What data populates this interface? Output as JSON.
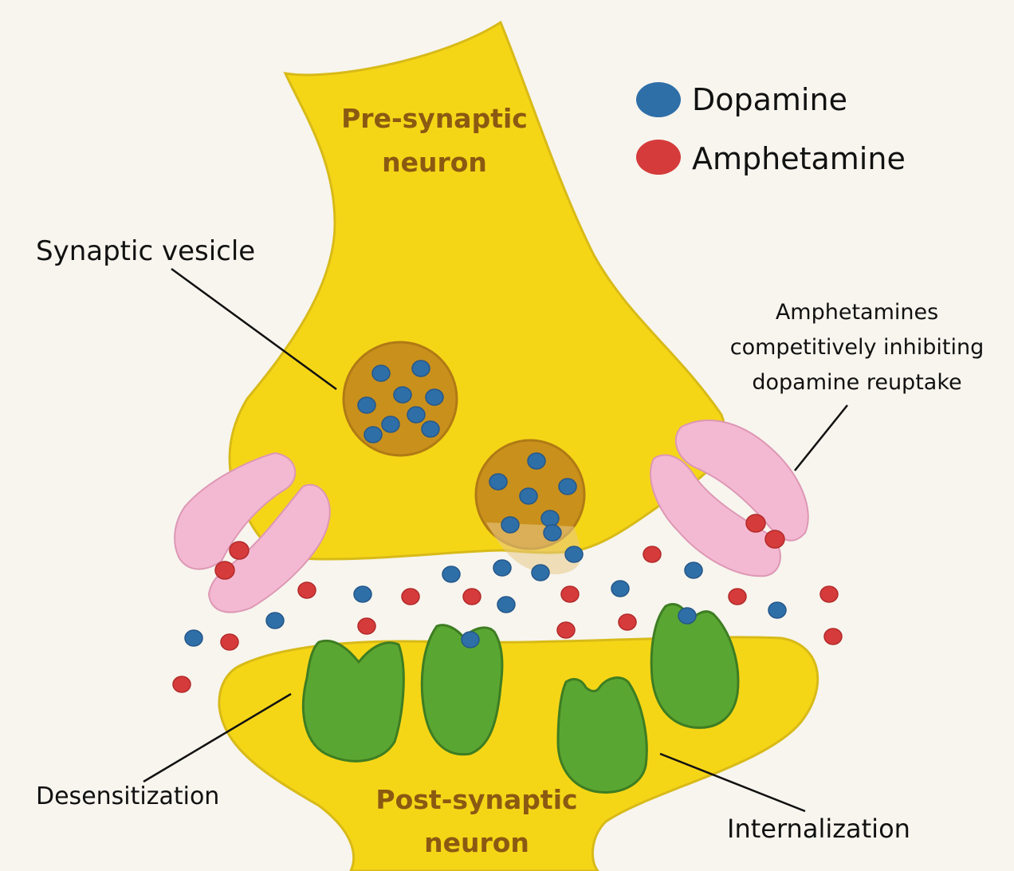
{
  "colors": {
    "background": "#f7f5ee",
    "neuron": "#f5d617",
    "neuron_edge": "#d8ba18",
    "neuron_label": "#8a5a12",
    "vesicle": "#c9901c",
    "transporter": "#f4b9d2",
    "receptor": "#5aa632",
    "receptor_edge": "#3e7d22",
    "dopamine": "#2f6fa8",
    "amphetamine": "#d63b3b",
    "text": "#111111"
  },
  "legend": {
    "dopamine": "Dopamine",
    "amphetamine": "Amphetamine"
  },
  "labels": {
    "pre_line1": "Pre-synaptic",
    "pre_line2": "neuron",
    "post_line1": "Post-synaptic",
    "post_line2": "neuron",
    "synaptic_vesicle": "Synaptic vesicle",
    "amph_line1": "Amphetamines",
    "amph_line2": "competitively inhibiting",
    "amph_line3": "dopamine reuptake",
    "desensitization": "Desensitization",
    "internalization": "Internalization"
  }
}
